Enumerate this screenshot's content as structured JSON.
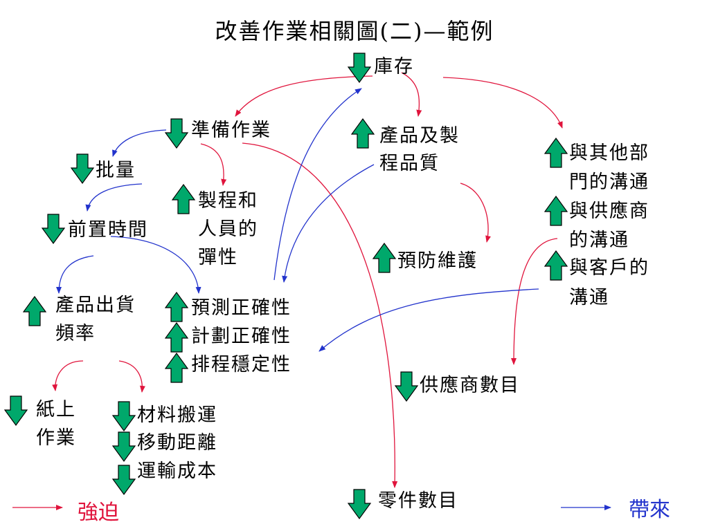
{
  "title": "改善作業相關圖(二)—範例",
  "colors": {
    "force": "#e0143c",
    "bring": "#2233cc",
    "up_arrow": "#009a5c",
    "down_arrow": "#009a5c",
    "arrow_fill": "#00a86b",
    "arrow_stroke": "#000000"
  },
  "nodes": {
    "inventory": {
      "label": "庫存",
      "direction": "down"
    },
    "setup": {
      "label": "準備作業",
      "direction": "down"
    },
    "product_quality": {
      "lines": [
        "產品及製",
        "程品質"
      ],
      "direction": "up"
    },
    "interdept": {
      "lines": [
        "與其他部",
        "門的溝通"
      ],
      "direction": "up"
    },
    "batch": {
      "label": "批量",
      "direction": "down"
    },
    "flex": {
      "lines": [
        "製程和",
        "人員的",
        "彈性"
      ],
      "direction": "up"
    },
    "supplier_comm": {
      "lines": [
        "與供應商",
        "的溝通"
      ],
      "direction": "up"
    },
    "lead_time": {
      "label": "前置時間",
      "direction": "down"
    },
    "prevent": {
      "label": "預防維護",
      "direction": "up"
    },
    "customer_comm": {
      "lines": [
        "與客戶的",
        "溝通"
      ],
      "direction": "up"
    },
    "ship_freq": {
      "lines": [
        "產品出貨",
        "頻率"
      ],
      "direction": "up"
    },
    "forecast": {
      "label": "預測正確性",
      "direction": "up"
    },
    "plan": {
      "label": "計劃正確性",
      "direction": "up"
    },
    "schedule": {
      "label": "排程穩定性",
      "direction": "up"
    },
    "supplier_count": {
      "label": "供應商數目",
      "direction": "down"
    },
    "paper": {
      "lines": [
        "紙上",
        "作業"
      ],
      "direction": "down"
    },
    "material": {
      "label": "材料搬運",
      "direction": "down"
    },
    "distance": {
      "label": "移動距離",
      "direction": "down"
    },
    "transport": {
      "label": "運輸成本",
      "direction": "down"
    },
    "parts": {
      "label": "零件數目",
      "direction": "down"
    }
  },
  "legend": {
    "force_label": "強迫",
    "bring_label": "帶來"
  }
}
